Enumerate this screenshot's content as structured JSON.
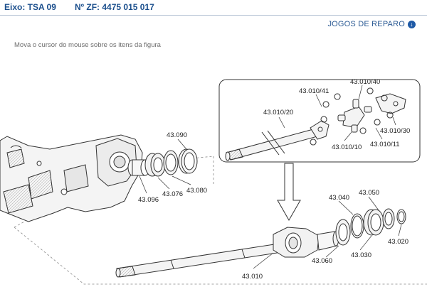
{
  "header": {
    "axle_label": "Eixo: TSA 09",
    "zf_label": "Nº ZF: 4475 015 017"
  },
  "toolbar": {
    "repair_kits_label": "JOGOS DE REPARO",
    "repair_kits_icon": "down-arrow-circle-icon"
  },
  "hint_text": "Mova o cursor do mouse sobre os itens da figura",
  "parts": {
    "p43090": "43.090",
    "p43096": "43.096",
    "p43076": "43.076",
    "p43080": "43.080",
    "p43010_41": "43.010/41",
    "p43010_40": "43.010/40",
    "p43010_20": "43.010/20",
    "p43010_30": "43.010/30",
    "p43010_10": "43.010/10",
    "p43010_11": "43.010/11",
    "p43040": "43.040",
    "p43050": "43.050",
    "p43020": "43.020",
    "p43060": "43.060",
    "p43030": "43.030",
    "p43010": "43.010"
  },
  "colors": {
    "title": "#1a4e8c",
    "link": "#2b5a94",
    "line": "#333333"
  }
}
